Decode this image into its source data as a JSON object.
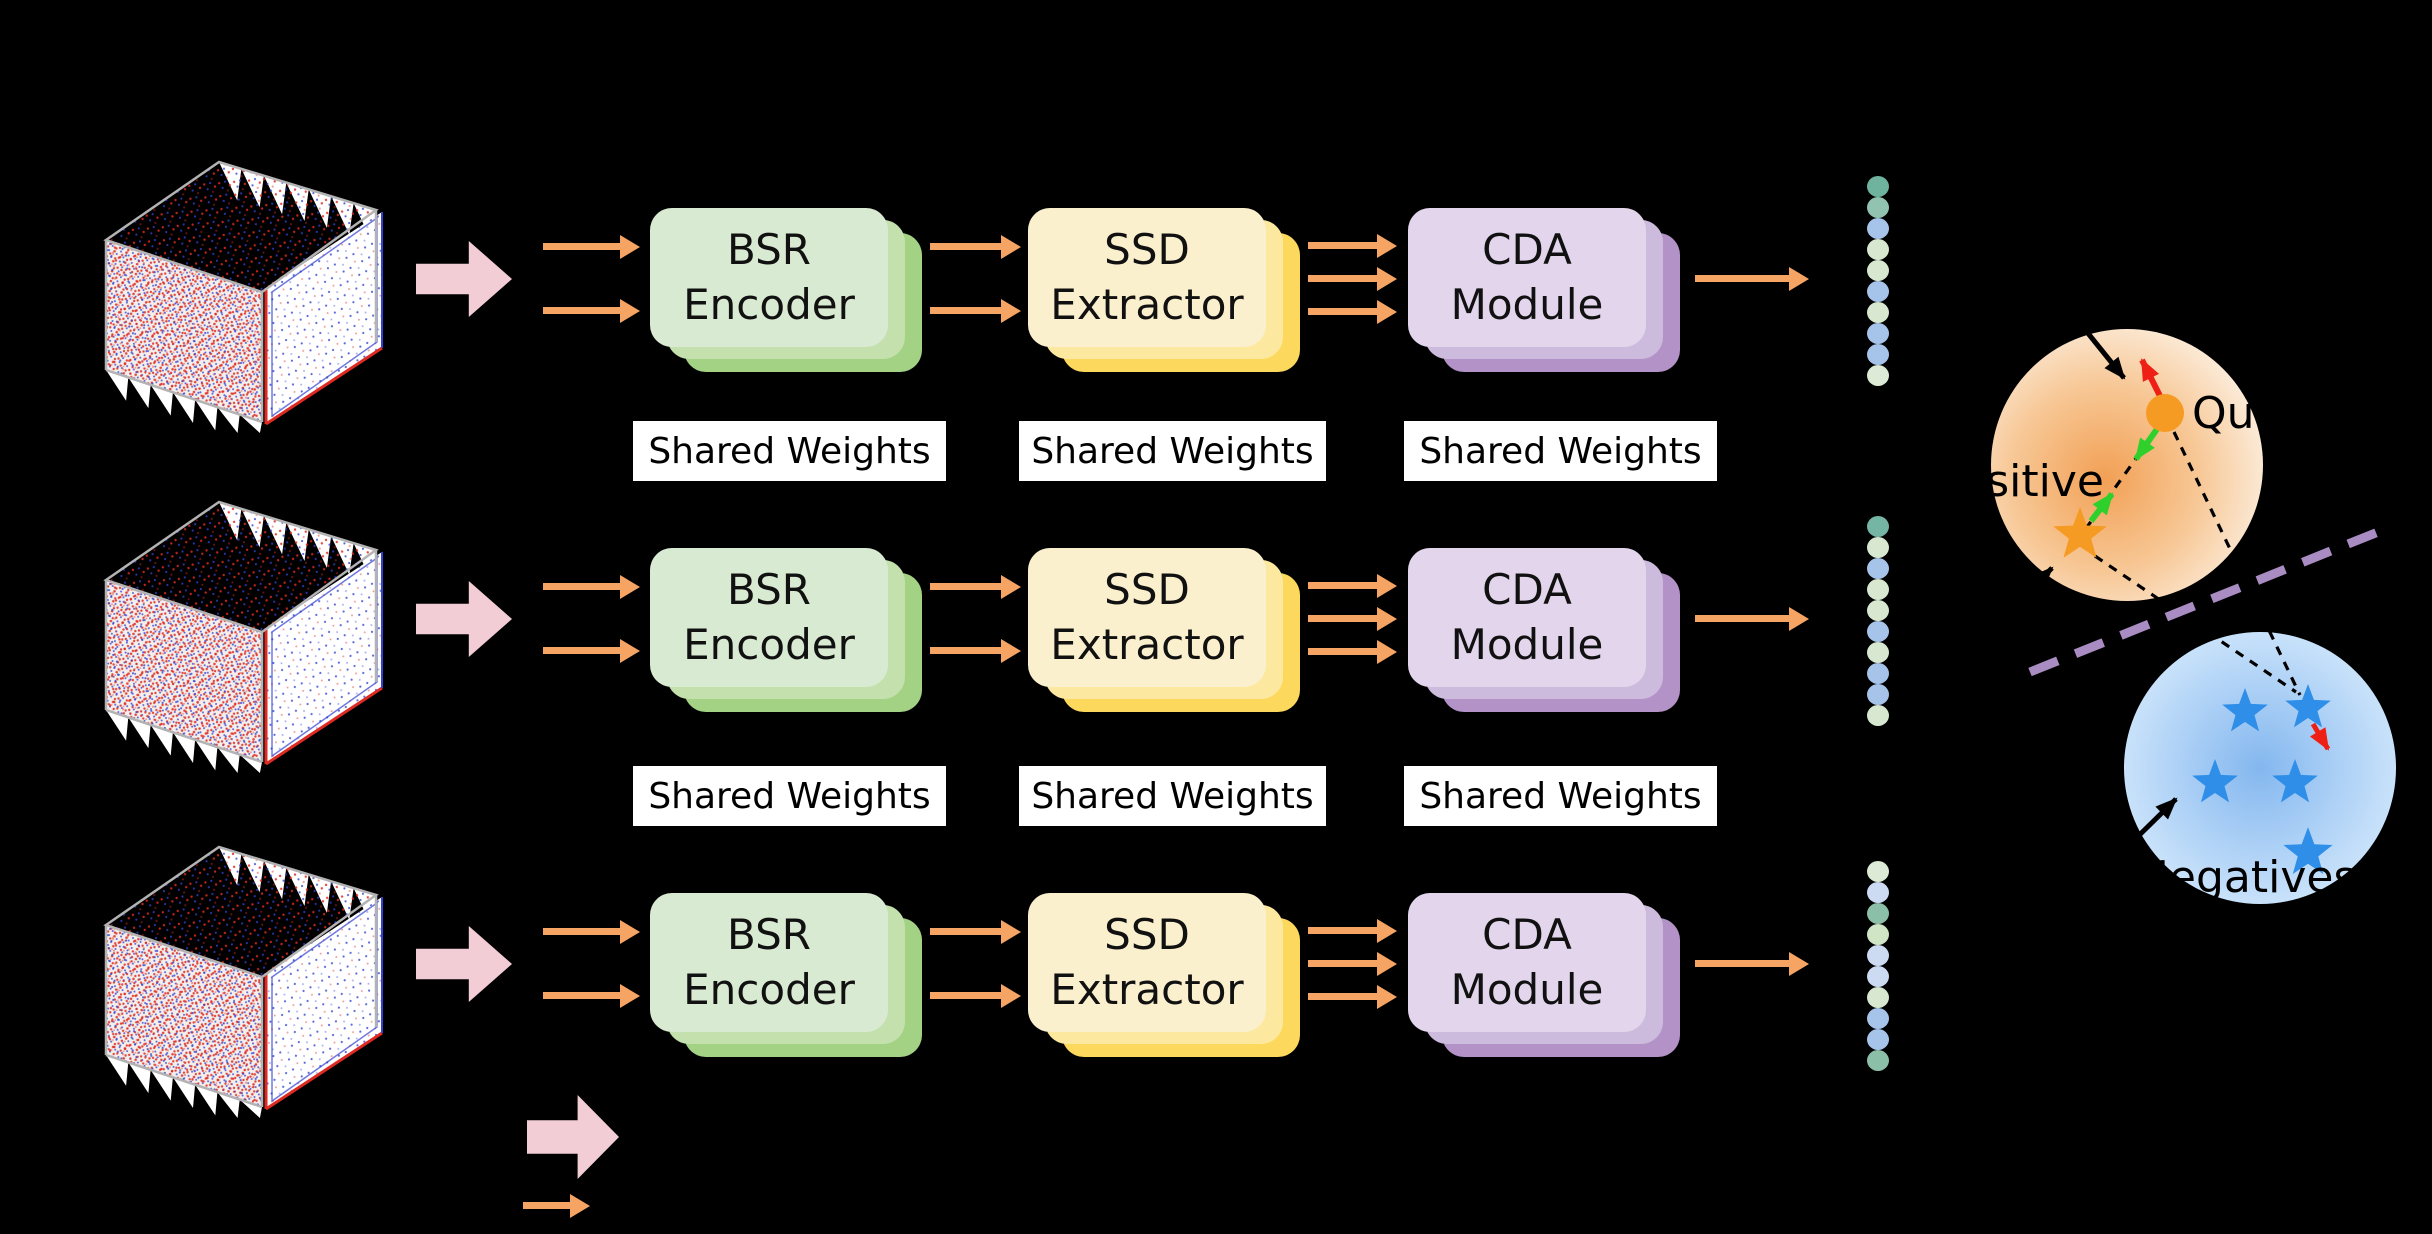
{
  "colors": {
    "stage_bg": "#000000",
    "bsr_front": "#d9ead2",
    "bsr_mid": "#c3e0ad",
    "bsr_back": "#a3d284",
    "ssd_front": "#fbf0cd",
    "ssd_mid": "#fde8a0",
    "ssd_back": "#fcd95d",
    "cda_front": "#e3d6ec",
    "cda_mid": "#cdbbdd",
    "cda_back": "#b392c8",
    "arrow_orange": "#f6a463",
    "arrow_pink": "#f3cdd6",
    "shared_weights_bg": "#ffffff",
    "label_text": "#111111",
    "event_red": "#dd2a22",
    "event_blue": "#3341cf",
    "wire_grey": "#b3b3b3",
    "anchor_orange": "#f59a22",
    "negative_blue": "#2f8fe8",
    "attract_green": "#2fd02c",
    "repel_red": "#ee2015",
    "boundary_purple": "#a98cc2",
    "orange_core": "#f2a055",
    "orange_edge": "#fceede",
    "blue_core": "#84b7ef",
    "blue_edge": "#d9ecfd"
  },
  "pipeline": {
    "box_labels": {
      "bsr": [
        "BSR",
        "Encoder"
      ],
      "ssd": [
        "SSD",
        "Extractor"
      ],
      "cda": [
        "CDA",
        "Module"
      ]
    },
    "shared_weights_label": "Shared Weights",
    "embedding_columns": [
      {
        "dots": [
          "#6fb39e",
          "#92c3b1",
          "#a6c3ea",
          "#d8e8d0",
          "#d8e8d0",
          "#a6c3ea",
          "#d8e8d0",
          "#a6c3ea",
          "#a6c3ea",
          "#dcead6"
        ]
      },
      {
        "dots": [
          "#74b5a4",
          "#d8e8d0",
          "#a6c3ea",
          "#d8e8d0",
          "#d8e8d0",
          "#a6c3ea",
          "#d8e8d0",
          "#a6c3ea",
          "#a6c3ea",
          "#d8e8d0"
        ]
      },
      {
        "dots": [
          "#dcead6",
          "#ccdaf2",
          "#8cbfa8",
          "#cfe5c6",
          "#ccdaf2",
          "#ccdaf2",
          "#d8e8d0",
          "#a6c3ea",
          "#a6c3ea",
          "#8cbfa8"
        ]
      }
    ]
  },
  "contrastive": {
    "query_label": "Query",
    "positive_label": "Positive",
    "negatives_label": "Negatives"
  },
  "legend": {
    "items": [
      {
        "icon": "thick-pink-arrow-icon"
      },
      {
        "icon": "thin-orange-arrow-icon"
      }
    ]
  }
}
